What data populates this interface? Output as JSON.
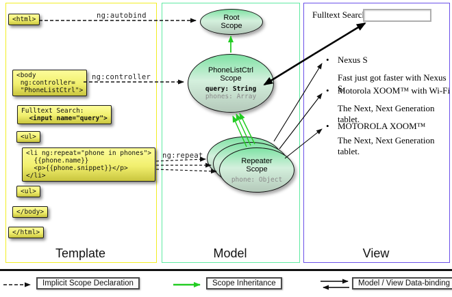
{
  "colors": {
    "template_border": "#f2ee22",
    "model_border": "#5feaa2",
    "view_border": "#6a4fe8",
    "code_box_yellow": "#c9c53e",
    "scope_green": "#d4f0dd",
    "arrow_green": "#22cc22"
  },
  "columns": {
    "template_label": "Template",
    "model_label": "Model",
    "view_label": "View"
  },
  "code": {
    "html_open": "<html>",
    "body_open_1": "<body",
    "body_open_2": " ng:controller=",
    "body_open_3": " \"PhoneListCtrl\">",
    "fulltext_1": "Fulltext Search:",
    "fulltext_2": "  <input name=\"query\">",
    "ul_open": "<ul>",
    "li_repeat_1": "<li ng:repeat=\"phone in phones\">",
    "li_repeat_2": "  {{phone.name}}",
    "li_repeat_3": "  <p>{{phone.snippet}}</p>",
    "li_repeat_4": "</li>",
    "ul_open_2": "<ul>",
    "body_close": "</body>",
    "html_close": "</html>"
  },
  "annotations": {
    "autobind": "ng:autobind",
    "controller": "ng:controller",
    "repeat": "ng:repeat"
  },
  "scopes": {
    "root_1": "Root",
    "root_2": "Scope",
    "phonelist_1": "PhoneListCtrl",
    "phonelist_2": "Scope",
    "phonelist_prop_query": "query: String",
    "phonelist_prop_phones": "phones: Array",
    "repeater_1": "Repeater",
    "repeater_2": "Scope",
    "repeater_prop": "phone: Object"
  },
  "view": {
    "search_label": "Fulltext Search:",
    "search_value": "",
    "bullet": "•",
    "items": [
      {
        "name": "Nexus S",
        "desc": "Fast just got faster with Nexus S."
      },
      {
        "name": "Motorola XOOM™ with Wi-Fi",
        "desc": "The Next, Next Generation tablet."
      },
      {
        "name": "MOTOROLA XOOM™",
        "desc": "The Next, Next Generation tablet."
      }
    ]
  },
  "legend": {
    "implicit": "Implicit Scope Declaration",
    "inheritance": "Scope Inheritance",
    "binding": "Model / View Data-binding"
  }
}
